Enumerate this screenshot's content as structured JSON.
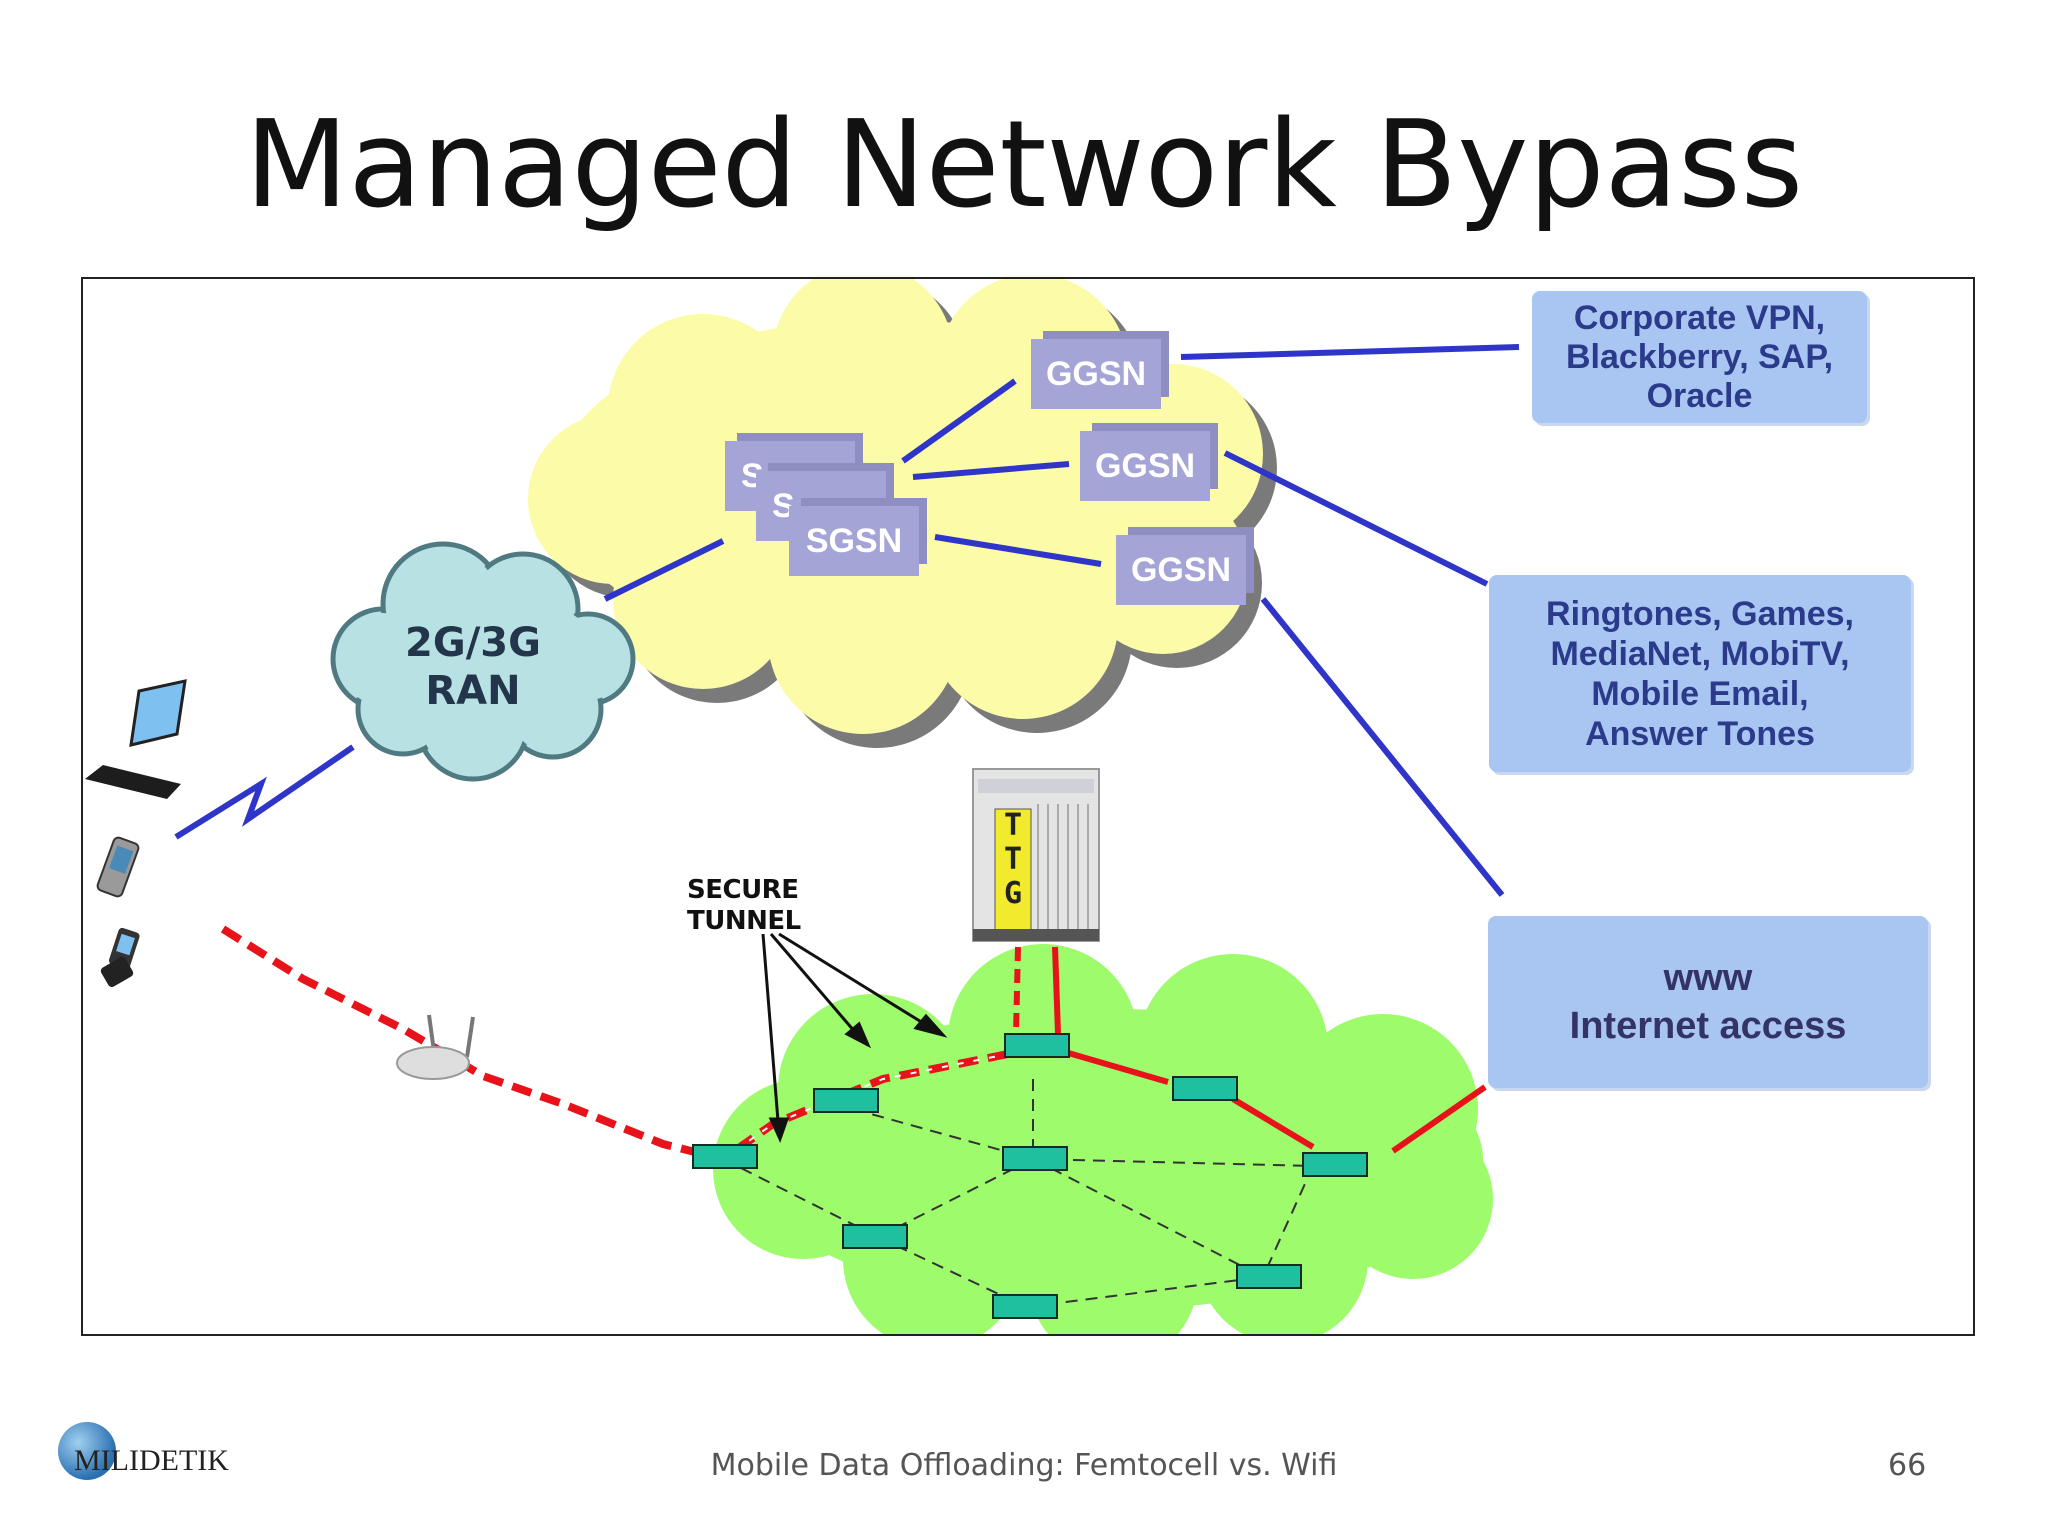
{
  "title": "Managed Network Bypass",
  "diagram": {
    "ran": [
      "2G/3G",
      "RAN"
    ],
    "sgsn": [
      "S",
      "S",
      "SGSN"
    ],
    "ggsn": [
      "GGSN",
      "GGSN",
      "GGSN"
    ],
    "ttg": [
      "T",
      "T",
      "G"
    ],
    "secure_tunnel": [
      "SECURE",
      "TUNNEL"
    ],
    "services": {
      "vpn": [
        "Corporate VPN,",
        "Blackberry, SAP,",
        "Oracle"
      ],
      "content": [
        "Ringtones, Games,",
        "MediaNet, MobiTV,",
        "Mobile Email,",
        "Answer Tones"
      ],
      "www": [
        "www",
        "Internet access"
      ]
    },
    "colors": {
      "core_cloud": "#fbfba8",
      "ran_cloud": "#b8e1e4",
      "ip_cloud": "#9dfb6c",
      "link_blue": "#2e35c8",
      "link_red": "#e8121b",
      "node_box": "#1fc0a0",
      "service_box": "#a9c5f2"
    }
  },
  "footer": {
    "logo": "MILIDETIK",
    "caption": "Mobile Data Offloading: Femtocell vs. Wifi",
    "page": "66"
  }
}
